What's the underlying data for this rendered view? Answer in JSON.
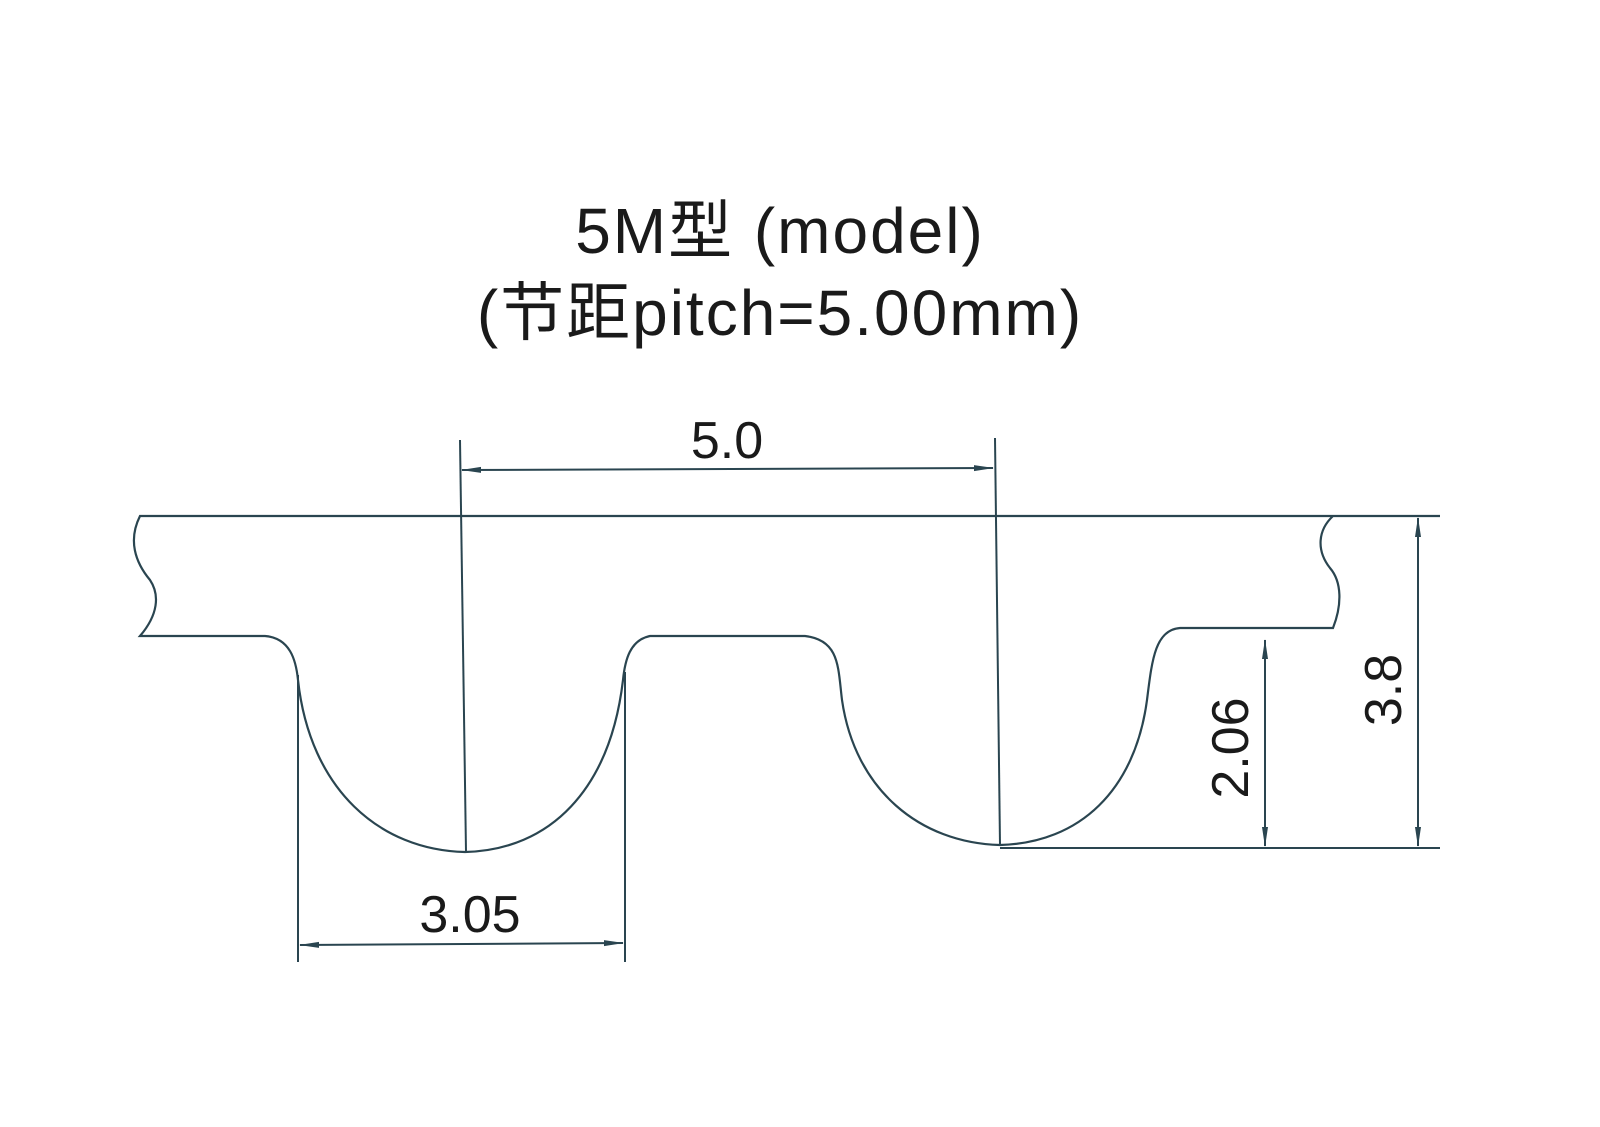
{
  "title": {
    "line1": "5M型 (model)",
    "line2": "(节距pitch=5.00mm)"
  },
  "dimensions": {
    "pitch_label": "5.0",
    "tooth_width_label": "3.05",
    "tooth_height_label": "2.06",
    "total_height_label": "3.8"
  },
  "colors": {
    "outline": "#2a4550",
    "text": "#1a1a1a",
    "background": "#ffffff"
  }
}
